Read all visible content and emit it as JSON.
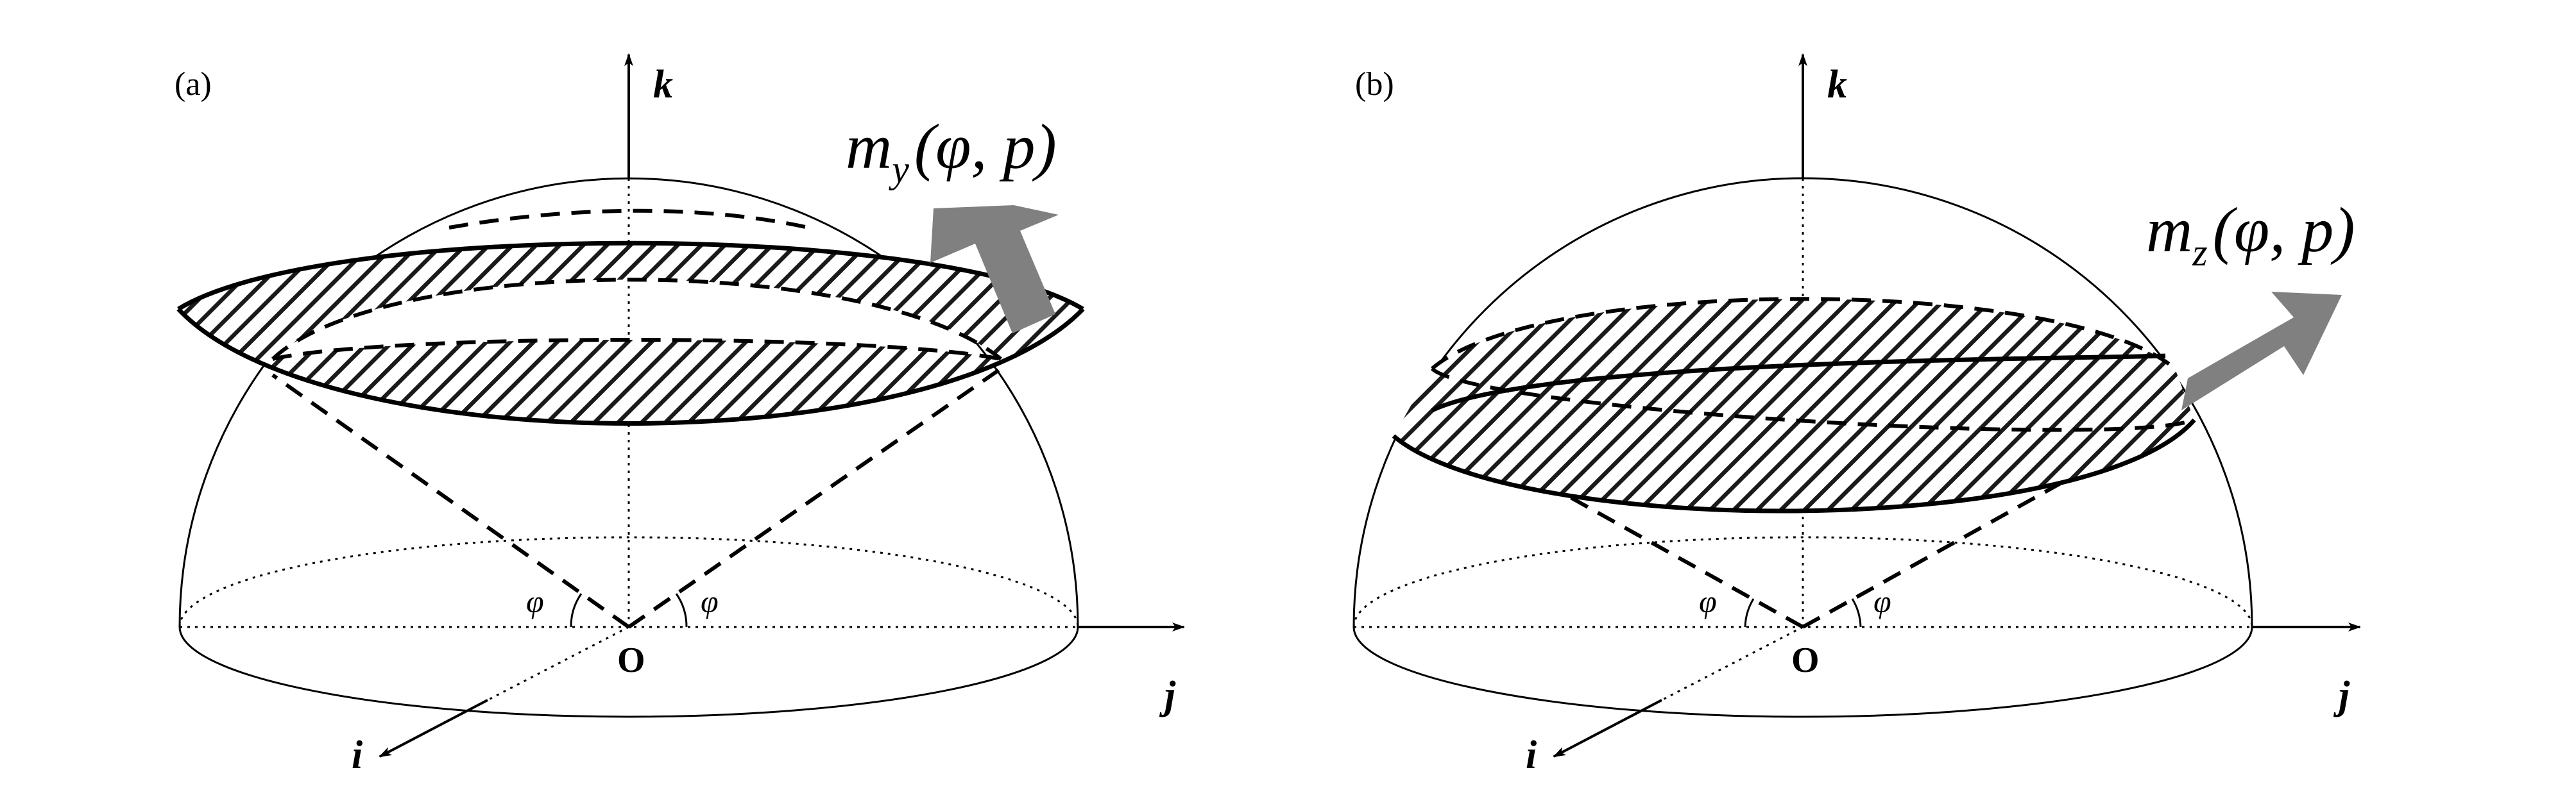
{
  "panels": [
    {
      "panel_label": "(a)",
      "axes": {
        "k": "k",
        "j": "j",
        "i": "i"
      },
      "origin": "O",
      "angles": [
        "φ",
        "φ"
      ],
      "band_label": {
        "main": "m",
        "subscript": "y",
        "args": "(φ, p)"
      }
    },
    {
      "panel_label": "(b)",
      "axes": {
        "k": "k",
        "j": "j",
        "i": "i"
      },
      "origin": "O",
      "angles": [
        "φ",
        "φ"
      ],
      "band_label": {
        "main": "m",
        "subscript": "z",
        "args": "(φ, p)"
      }
    }
  ],
  "colors": {
    "line": "#000000",
    "hatch": "#1a1a1a",
    "arrow_fill": "#808080"
  }
}
